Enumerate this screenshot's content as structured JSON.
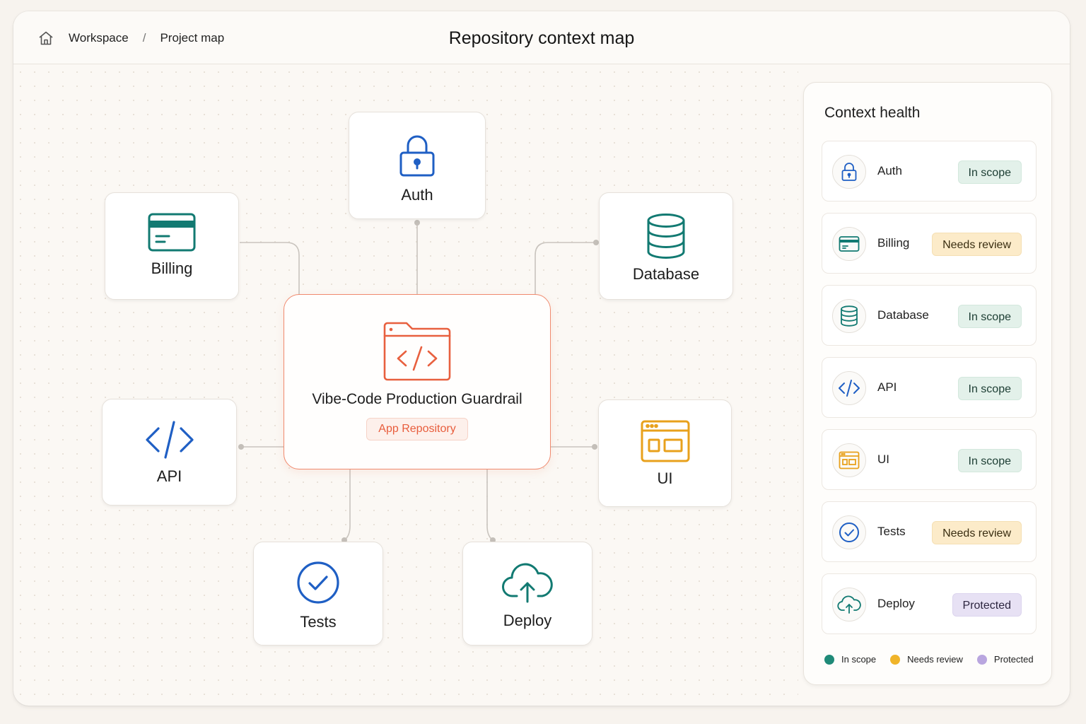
{
  "breadcrumb": {
    "items": [
      "Workspace",
      "Project map"
    ],
    "separator": "/"
  },
  "page": {
    "title": "Repository context map"
  },
  "colors": {
    "inscope": "#1f8a78",
    "review": "#f0b429",
    "protected": "#b9a6df",
    "blue": "#1f5fc4",
    "teal": "#127a72",
    "orange": "#e8603f",
    "amber": "#e8a11c"
  },
  "center": {
    "title": "Vibe-Code Production Guardrail",
    "badge": "App Repository",
    "icon": "code-folder-icon"
  },
  "nodes": [
    {
      "id": "auth",
      "label": "Auth",
      "icon": "lock-icon"
    },
    {
      "id": "billing",
      "label": "Billing",
      "icon": "credit-card-icon"
    },
    {
      "id": "database",
      "label": "Database",
      "icon": "database-icon"
    },
    {
      "id": "api",
      "label": "API",
      "icon": "code-icon"
    },
    {
      "id": "ui",
      "label": "UI",
      "icon": "browser-window-icon"
    },
    {
      "id": "tests",
      "label": "Tests",
      "icon": "check-circle-icon"
    },
    {
      "id": "deploy",
      "label": "Deploy",
      "icon": "cloud-upload-icon"
    }
  ],
  "health": {
    "title": "Context health",
    "rows": [
      {
        "label": "Auth",
        "status": "In scope",
        "icon": "lock-icon"
      },
      {
        "label": "Billing",
        "status": "Needs review",
        "icon": "credit-card-icon"
      },
      {
        "label": "Database",
        "status": "In scope",
        "icon": "database-icon"
      },
      {
        "label": "API",
        "status": "In scope",
        "icon": "code-icon"
      },
      {
        "label": "UI",
        "status": "In scope",
        "icon": "browser-window-icon"
      },
      {
        "label": "Tests",
        "status": "Needs review",
        "icon": "check-circle-icon"
      },
      {
        "label": "Deploy",
        "status": "Protected",
        "icon": "cloud-upload-icon"
      }
    ],
    "legend": [
      "In scope",
      "Needs review",
      "Protected"
    ]
  }
}
